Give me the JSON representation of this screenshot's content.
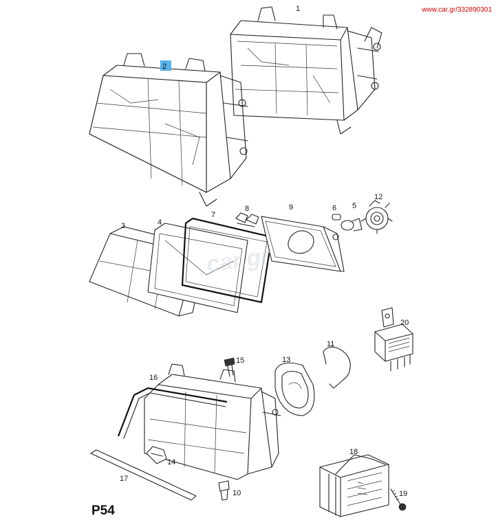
{
  "watermark": "www.car.gr/332890301",
  "overlay_mark": "car.gr",
  "page_code": "P54",
  "highlight_color": "#5ab0e6",
  "callouts": [
    "1",
    "2",
    "3",
    "4",
    "5",
    "6",
    "7",
    "8",
    "9",
    "10",
    "11",
    "12",
    "13",
    "14",
    "15",
    "16",
    "17",
    "18",
    "19",
    "20"
  ],
  "highlighted_callout": "2"
}
